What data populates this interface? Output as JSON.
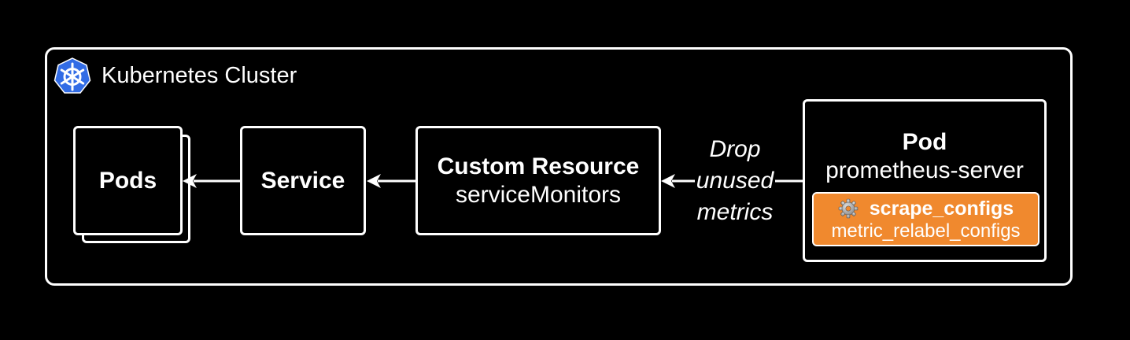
{
  "cluster": {
    "title": "Kubernetes Cluster",
    "logo_icon": "kubernetes-helm-icon",
    "logo_color": "#326ce5"
  },
  "nodes": {
    "pods": {
      "label": "Pods"
    },
    "service": {
      "label": "Service"
    },
    "custom_resource": {
      "title": "Custom Resource",
      "subtitle": "serviceMonitors"
    },
    "pod": {
      "title": "Pod",
      "subtitle": "prometheus-server",
      "config": {
        "icon": "gear-icon",
        "main": "scrape_configs",
        "sub": "metric_relabel_configs",
        "color": "#f0892e"
      }
    }
  },
  "edges": {
    "pod_to_cr": [
      "Drop",
      "unused",
      "metrics"
    ]
  },
  "colors": {
    "background": "#000000",
    "foreground": "#ffffff"
  }
}
